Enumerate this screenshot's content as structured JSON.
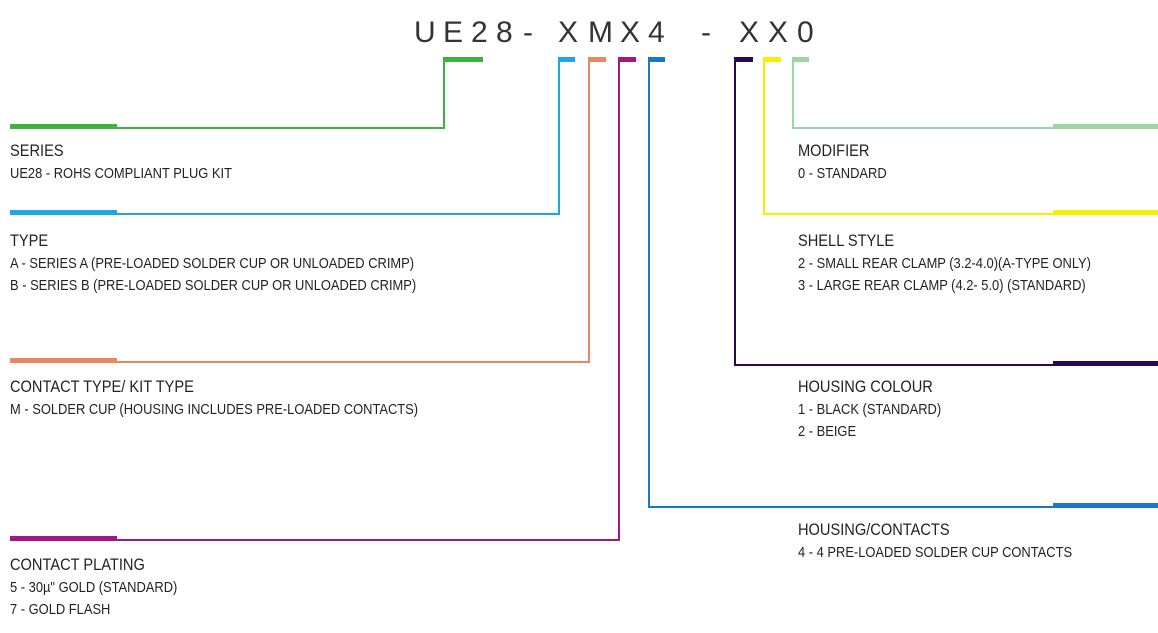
{
  "part_number": {
    "chars": [
      "U",
      "E",
      "2",
      "8",
      "-",
      "X",
      "M",
      "X",
      "4",
      "-",
      "X",
      "X",
      "0"
    ]
  },
  "colors": {
    "series": "#3cb43c",
    "type": "#1ea8e0",
    "contact_type": "#e98760",
    "plating": "#a01882",
    "housing_contacts": "#1a78c2",
    "housing_colour": "#2a0a4a",
    "shell_style": "#f4f000",
    "modifier": "#9fd3a8"
  },
  "left": {
    "series": {
      "title": "SERIES",
      "lines": [
        "UE28 - ROHS COMPLIANT PLUG KIT"
      ]
    },
    "type": {
      "title": "TYPE",
      "lines": [
        "A - SERIES A (PRE-LOADED SOLDER CUP OR UNLOADED CRIMP)",
        "B - SERIES B (PRE-LOADED SOLDER CUP OR UNLOADED CRIMP)"
      ]
    },
    "contact_type": {
      "title": "CONTACT TYPE/ KIT TYPE",
      "lines": [
        "M - SOLDER CUP (HOUSING INCLUDES PRE-LOADED CONTACTS)"
      ]
    },
    "plating": {
      "title": "CONTACT PLATING",
      "lines": [
        "5 - 30µ\" GOLD (STANDARD)",
        "7 - GOLD FLASH"
      ]
    }
  },
  "right": {
    "modifier": {
      "title": "MODIFIER",
      "lines": [
        "0 - STANDARD"
      ]
    },
    "shell_style": {
      "title": "SHELL STYLE",
      "lines": [
        "2 - SMALL REAR CLAMP (3.2-4.0)(A-TYPE ONLY)",
        "3 - LARGE REAR CLAMP (4.2- 5.0) (STANDARD)"
      ]
    },
    "housing_colour": {
      "title": "HOUSING COLOUR",
      "lines": [
        "1 - BLACK (STANDARD)",
        "2 - BEIGE"
      ]
    },
    "housing_contacts": {
      "title": "HOUSING/CONTACTS",
      "lines": [
        "4 - 4 PRE-LOADED SOLDER CUP CONTACTS"
      ]
    }
  }
}
